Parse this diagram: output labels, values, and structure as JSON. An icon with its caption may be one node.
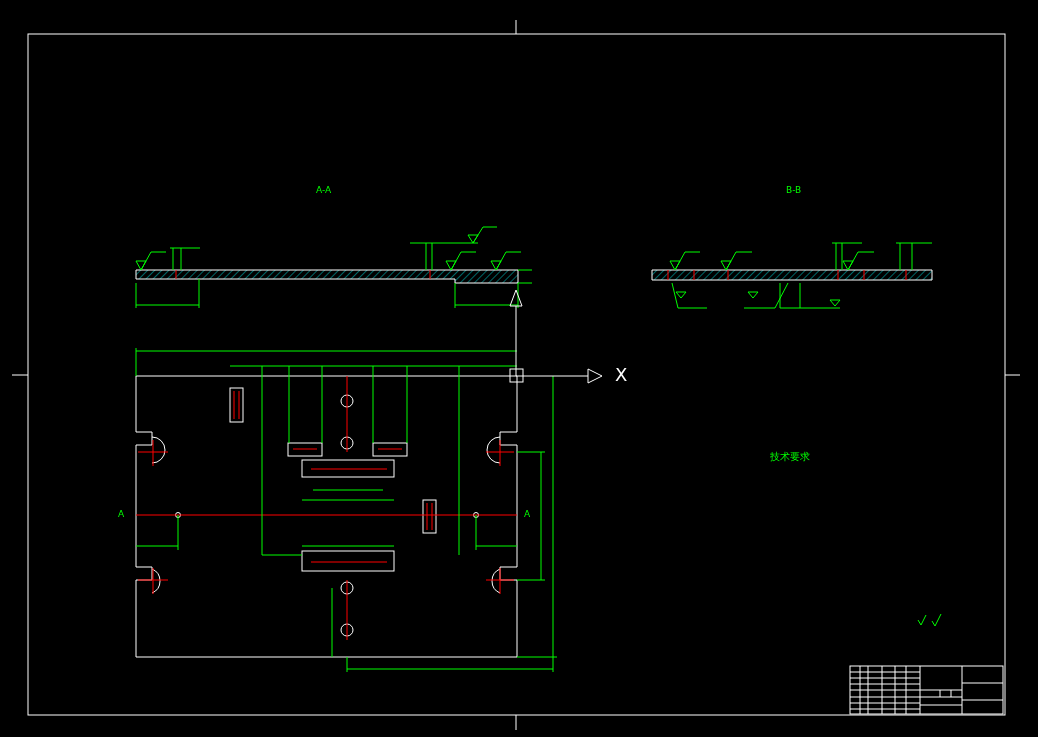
{
  "diagram": {
    "labels": [
      "A-A",
      "B-B",
      "X",
      "技术要求",
      "A",
      "A"
    ]
  }
}
